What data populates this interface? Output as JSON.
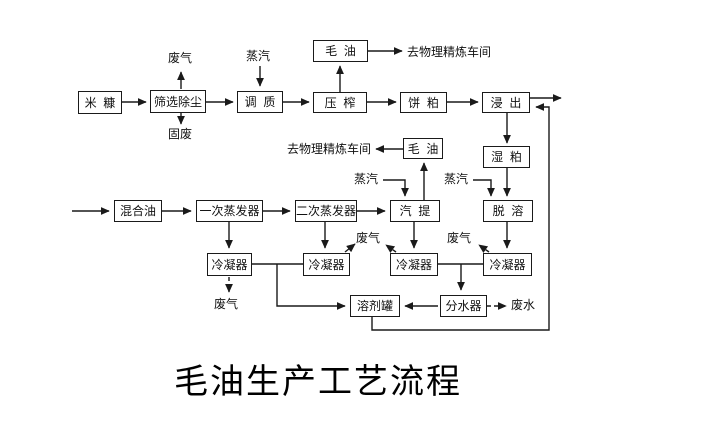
{
  "title": "毛油生产工艺流程",
  "nodes": {
    "rice_bran": "米  糠",
    "screening": "筛选除尘",
    "conditioning": "调  质",
    "crude_oil_top": "毛  油",
    "pressing": "压  榨",
    "cake": "饼  粕",
    "extraction": "浸  出",
    "wet_meal": "湿  粕",
    "crude_oil_mid": "毛  油",
    "mixed_oil": "混合油",
    "evaporator1": "一次蒸发器",
    "evaporator2": "二次蒸发器",
    "stripping": "汽  提",
    "desolventizing": "脱  溶",
    "condenser1": "冷凝器",
    "condenser2": "冷凝器",
    "condenser3": "冷凝器",
    "condenser4": "冷凝器",
    "solvent_tank": "溶剂罐",
    "water_separator": "分水器"
  },
  "labels": {
    "waste_gas_top": "废气",
    "solid_waste": "固废",
    "steam_top": "蒸汽",
    "to_refining_top": "去物理精炼车间",
    "to_refining_mid": "去物理精炼车间",
    "steam_mid": "蒸汽",
    "steam_right": "蒸汽",
    "waste_gas_cond_left": "废气",
    "waste_gas_cond_right": "废气",
    "waste_gas_bottom": "废气",
    "waste_water": "废水"
  },
  "colors": {
    "background": "#ffffff",
    "line": "#1a1a1a",
    "text": "#111111"
  }
}
